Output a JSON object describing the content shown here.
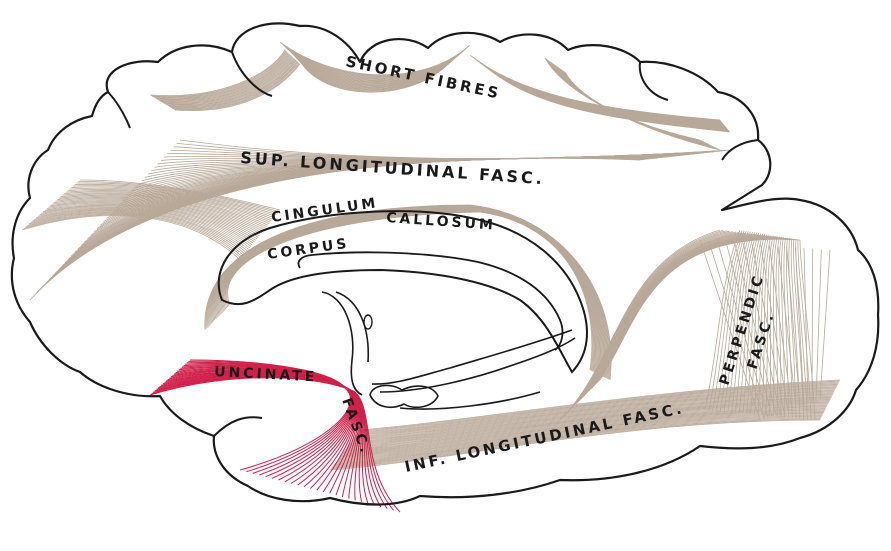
{
  "figure": {
    "labels": {
      "short_fibres": "SHORT FIBRES",
      "sup_longitudinal": "SUP. LONGITUDINAL FASC.",
      "cingulum": "CINGULUM",
      "corpus": "CORPUS",
      "callosum": "CALLOSUM",
      "perpendic": "PERPENDIC",
      "perpendic_fasc": "FASC.",
      "uncinate": "UNCINATE",
      "uncinate_fasc": "FASC.",
      "inf_longitudinal": "INF. LONGITUDINAL FASC."
    },
    "colors": {
      "outline": "#1a1a1a",
      "fibres": "#b8a898",
      "uncinate_fibres": "#d0204a",
      "background": "#ffffff"
    }
  }
}
